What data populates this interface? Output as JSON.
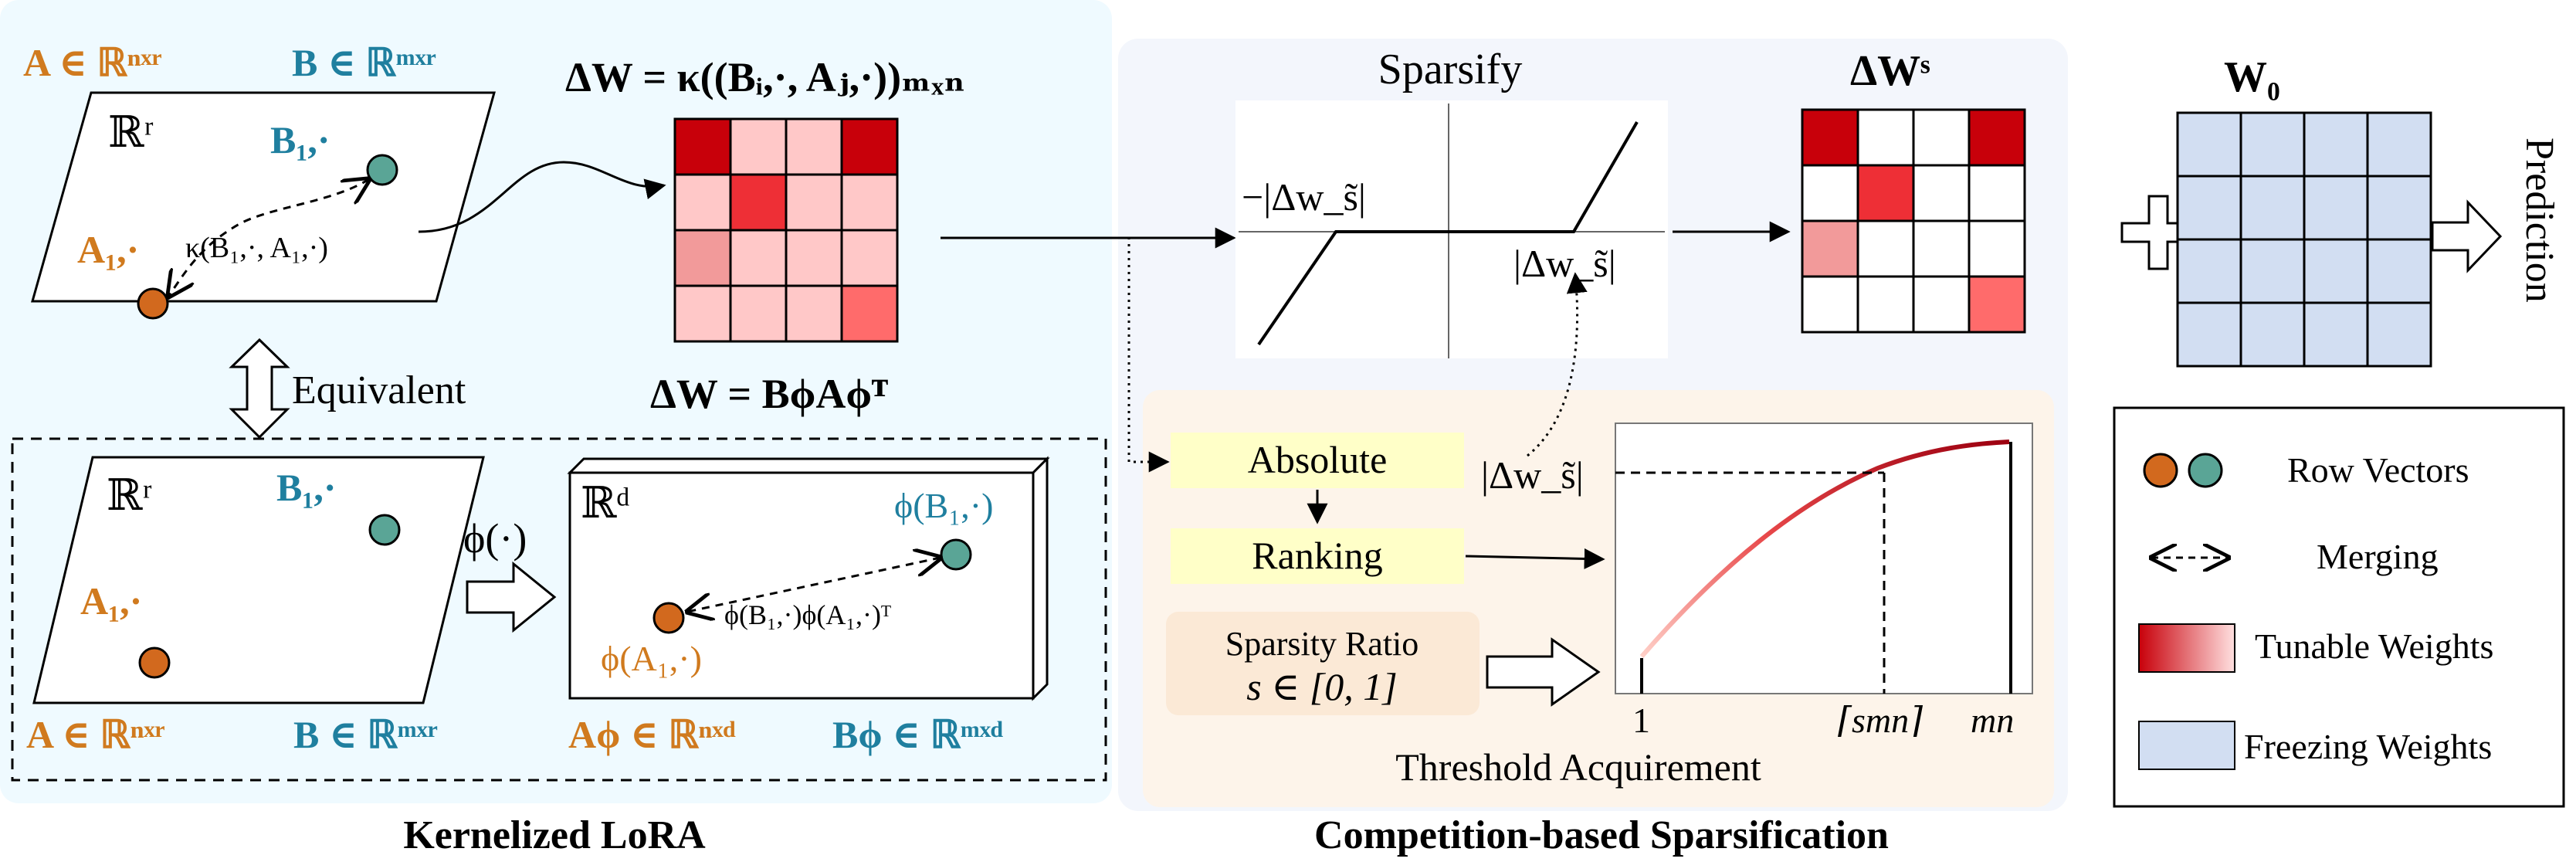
{
  "colors": {
    "orange": "#d07a1e",
    "teal": "#1f7f9f",
    "orange_dot": "#d2691e",
    "teal_dot": "#5aa596",
    "dark_red": "#c8000a",
    "red": "#ee2f36",
    "mid_red": "#f29a9a",
    "coral": "#ff6b6b",
    "pink": "#ffc8c8",
    "frozen_blue": "#d2def2",
    "left_bg": "#effaff",
    "middle_bg": "#f3f6fc",
    "lower_bg": "#fdf4ea",
    "highlight_yellow": "#ffffc8",
    "ratio_box": "#fbe9d6"
  },
  "left": {
    "section_title": "Kernelized LoRA",
    "top_A_def": "A ∈ ℝⁿˣʳ",
    "top_B_def": "B ∈ ℝᵐˣʳ",
    "space_r": "ℝʳ",
    "b_vec": "B₁,·",
    "a_vec": "A₁,·",
    "kernel_label": "κ(B₁,·, A₁,·)",
    "equivalent_label": "Equivalent",
    "lower_space_r": "ℝʳ",
    "lower_b_vec": "B₁,·",
    "lower_a_vec": "A₁,·",
    "lower_A_def": "A ∈ ℝⁿˣʳ",
    "lower_B_def": "B ∈ ℝᵐˣʳ",
    "phi_map": "ϕ(·)",
    "space_d": "ℝᵈ",
    "phi_b": "ϕ(B₁,·)",
    "phi_a": "ϕ(A₁,·)",
    "phi_inner": "ϕ(B₁,·)ϕ(A₁,·)ᵀ",
    "A_phi_def": "Aϕ ∈ ℝⁿˣᵈ",
    "B_phi_def": "Bϕ ∈ ℝᵐˣᵈ"
  },
  "delta_w": {
    "title": "ΔW = κ((Bᵢ,·, Aⱼ,·))ₘₓₙ",
    "subtitle": "ΔW = BϕAϕᵀ",
    "cells": [
      [
        "dark_red",
        "pink",
        "pink",
        "dark_red"
      ],
      [
        "pink",
        "red",
        "pink",
        "pink"
      ],
      [
        "mid_red",
        "pink",
        "pink",
        "pink"
      ],
      [
        "pink",
        "pink",
        "pink",
        "coral"
      ]
    ]
  },
  "middle": {
    "section_title": "Competition-based Sparsification",
    "sparsify_title": "Sparsify",
    "neg_threshold": "−|Δw_s̃|",
    "pos_threshold": "|Δw_s̃|",
    "step_absolute": "Absolute",
    "step_ranking": "Ranking",
    "ratio_title": "Sparsity Ratio",
    "ratio_value": "s ∈ [0, 1]",
    "curve_threshold": "|Δw_s̃|",
    "tick_one": "1",
    "tick_smn": "⌈smn⌉",
    "tick_mn": "mn",
    "threshold_caption": "Threshold Acquirement"
  },
  "delta_ws": {
    "title": "ΔWˢ",
    "cells": [
      [
        "dark_red",
        "white",
        "white",
        "dark_red"
      ],
      [
        "white",
        "red",
        "white",
        "white"
      ],
      [
        "mid_red",
        "white",
        "white",
        "white"
      ],
      [
        "white",
        "white",
        "white",
        "coral"
      ]
    ]
  },
  "w0": {
    "title": "W₀"
  },
  "output_label": "Prediction",
  "legend": {
    "row_vectors": "Row Vectors",
    "merging": "Merging",
    "tunable": "Tunable Weights",
    "freezing": "Freezing Weights"
  }
}
